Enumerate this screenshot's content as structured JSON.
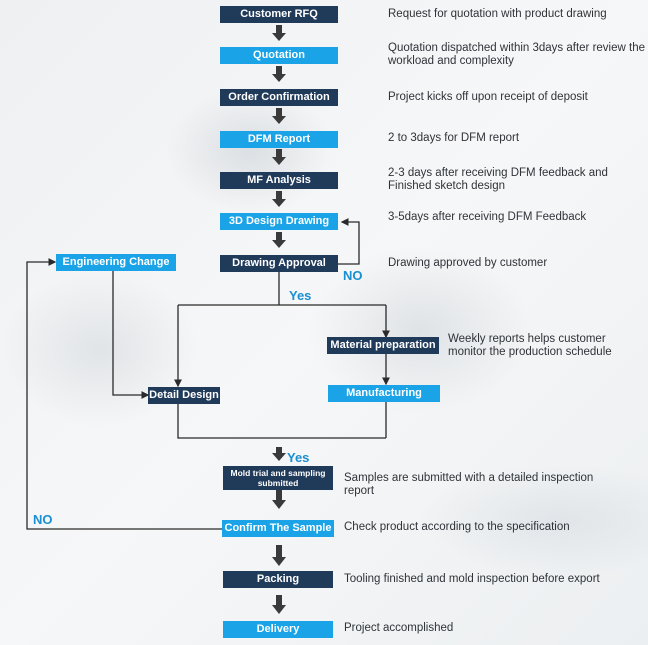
{
  "steps": {
    "customer_rfq": "Customer RFQ",
    "quotation": "Quotation",
    "order_confirmation": "Order Confirmation",
    "dfm_report": "DFM Report",
    "mf_analysis": "MF Analysis",
    "design_3d": "3D Design Drawing",
    "drawing_approval": "Drawing Approval",
    "engineering_change": "Engineering Change",
    "material_preparation": "Material preparation",
    "manufacturing": "Manufacturing",
    "detail_design": "Detail Design",
    "mold_trial": "Mold trial and sampling submitted",
    "confirm_sample": "Confirm The Sample",
    "packing": "Packing",
    "delivery": "Delivery"
  },
  "descriptions": {
    "customer_rfq": "Request for quotation with product drawing",
    "quotation": "Quotation dispatched within 3days after review the workload and complexity",
    "order_confirmation": "Project kicks off upon receipt of deposit",
    "dfm_report": "2 to 3days for DFM report",
    "mf_analysis": "2-3 days after receiving DFM feedback and Finished sketch design",
    "design_3d": "3-5days after receiving DFM Feedback",
    "drawing_approval": "Drawing approved by customer",
    "material_preparation": "Weekly reports helps customer monitor the production schedule",
    "mold_trial": "Samples are submitted with a detailed inspection report",
    "confirm_sample": "Check product according to the specification",
    "packing": "Tooling finished and mold inspection before export",
    "delivery": "Project accomplished"
  },
  "labels": {
    "no_approval": "NO",
    "yes_approval": "Yes",
    "yes_trial": "Yes",
    "no_sample": "NO"
  },
  "colors": {
    "dark_box": "#203a5a",
    "light_box": "#1aa3e6",
    "arrow": "#333333",
    "label_blue": "#1a8fd1"
  }
}
